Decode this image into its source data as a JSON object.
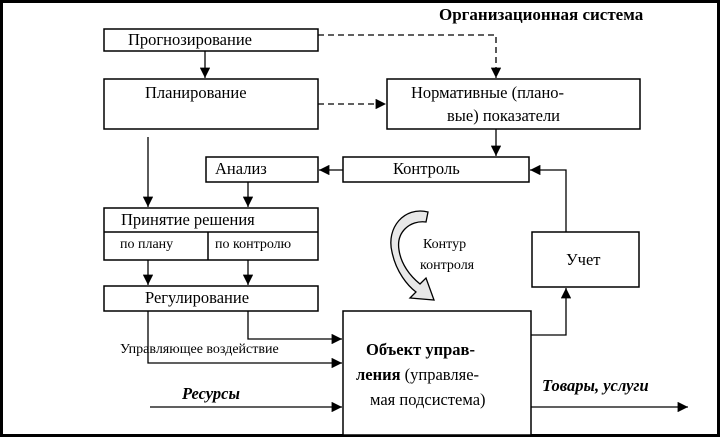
{
  "title": "Организационная система",
  "boxes": {
    "forecasting": "Прогнозирование",
    "planning": "Планирование",
    "normative_line1": "Нормативные (плано-",
    "normative_line2": "вые) показатели",
    "analysis": "Анализ",
    "control": "Контроль",
    "decision": "Принятие решения",
    "by_plan": "по плану",
    "by_control": "по контролю",
    "accounting": "Учет",
    "regulation": "Регулирование",
    "object_line1_bold": "Объект управ-",
    "object_line2_bold": "ления",
    "object_line2_rest": " (управляе-",
    "object_line3": "мая подсистема)"
  },
  "labels": {
    "control_loop_line1": "Контур",
    "control_loop_line2": "контроля",
    "control_action": "Управляющее воздействие",
    "resources": "Ресурсы",
    "goods": "Товары, услуги"
  },
  "colors": {
    "line": "#000000",
    "background": "#ffffff",
    "loop_fill": "#e8e8e8"
  }
}
